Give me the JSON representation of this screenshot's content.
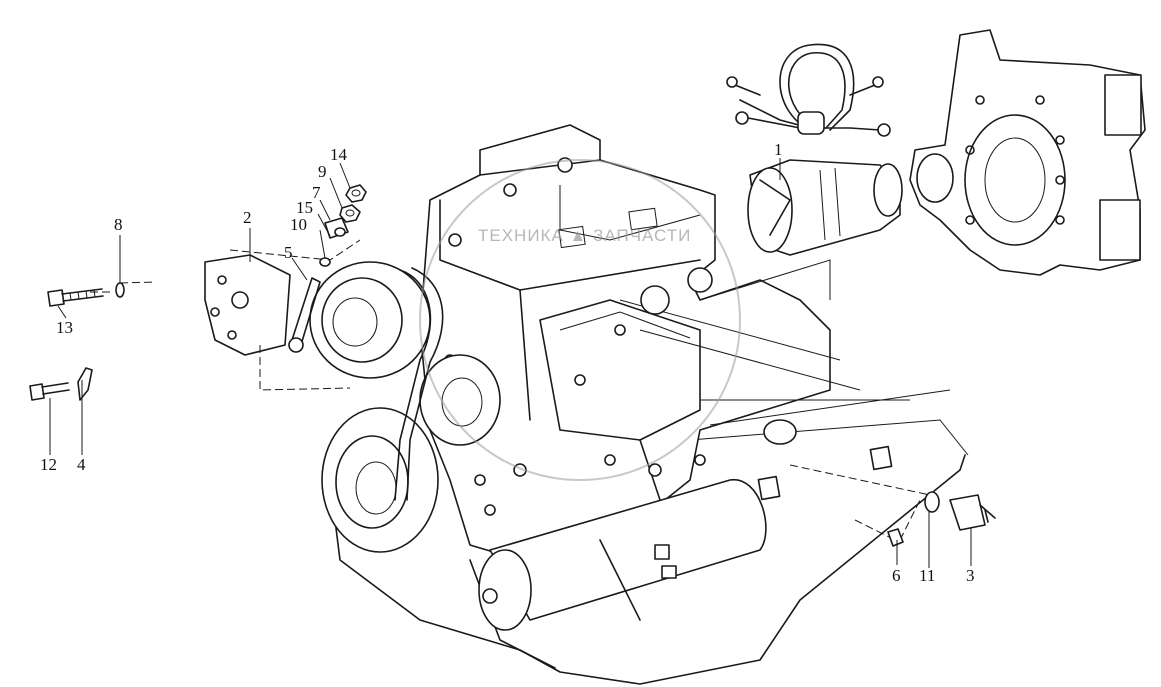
{
  "diagram": {
    "watermark_text": "ТЕХНИКА ▲ ЗАПЧАСТИ",
    "callouts": [
      {
        "id": "c1",
        "label": "1"
      },
      {
        "id": "c2",
        "label": "2"
      },
      {
        "id": "c3",
        "label": "3"
      },
      {
        "id": "c4",
        "label": "4"
      },
      {
        "id": "c5",
        "label": "5"
      },
      {
        "id": "c6",
        "label": "6"
      },
      {
        "id": "c7",
        "label": "7"
      },
      {
        "id": "c8",
        "label": "8"
      },
      {
        "id": "c9",
        "label": "9"
      },
      {
        "id": "c10",
        "label": "10"
      },
      {
        "id": "c11",
        "label": "11"
      },
      {
        "id": "c12",
        "label": "12"
      },
      {
        "id": "c13",
        "label": "13"
      },
      {
        "id": "c14",
        "label": "14"
      },
      {
        "id": "c15",
        "label": "15"
      }
    ]
  }
}
